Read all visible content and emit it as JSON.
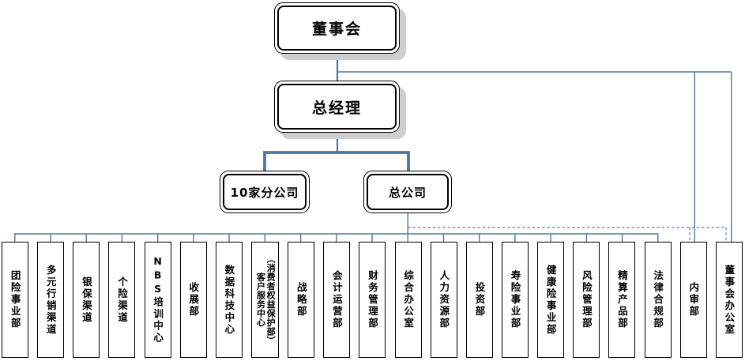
{
  "org": {
    "root": {
      "label": "董事会"
    },
    "general_manager": {
      "label": "总经理"
    },
    "level3": [
      {
        "label": "10家分公司"
      },
      {
        "label": "总公司"
      }
    ],
    "departments": [
      {
        "label": "团险事业部"
      },
      {
        "label": "多元行销渠道"
      },
      {
        "label": "银保渠道"
      },
      {
        "label": "个险渠道"
      },
      {
        "label": "NBS培训中心"
      },
      {
        "label": "收展部"
      },
      {
        "label": "数据科技中心"
      },
      {
        "label": "客户服务中心",
        "label2": "（消费者权益保护部）"
      },
      {
        "label": "战略部"
      },
      {
        "label": "会计运营部"
      },
      {
        "label": "财务管理部"
      },
      {
        "label": "综合办公室"
      },
      {
        "label": "人力资源部"
      },
      {
        "label": "投资部"
      },
      {
        "label": "寿险事业部"
      },
      {
        "label": "健康险事业部"
      },
      {
        "label": "风险管理部"
      },
      {
        "label": "精算产品部"
      },
      {
        "label": "法律合规部"
      },
      {
        "label": "内审部"
      },
      {
        "label": "董事会办公室"
      }
    ],
    "colors": {
      "connector": "#4d76a7",
      "connector_dashed": "#5b83ad",
      "box_border": "#000000",
      "shadow": "#cecece",
      "background": "#ffffff"
    }
  }
}
